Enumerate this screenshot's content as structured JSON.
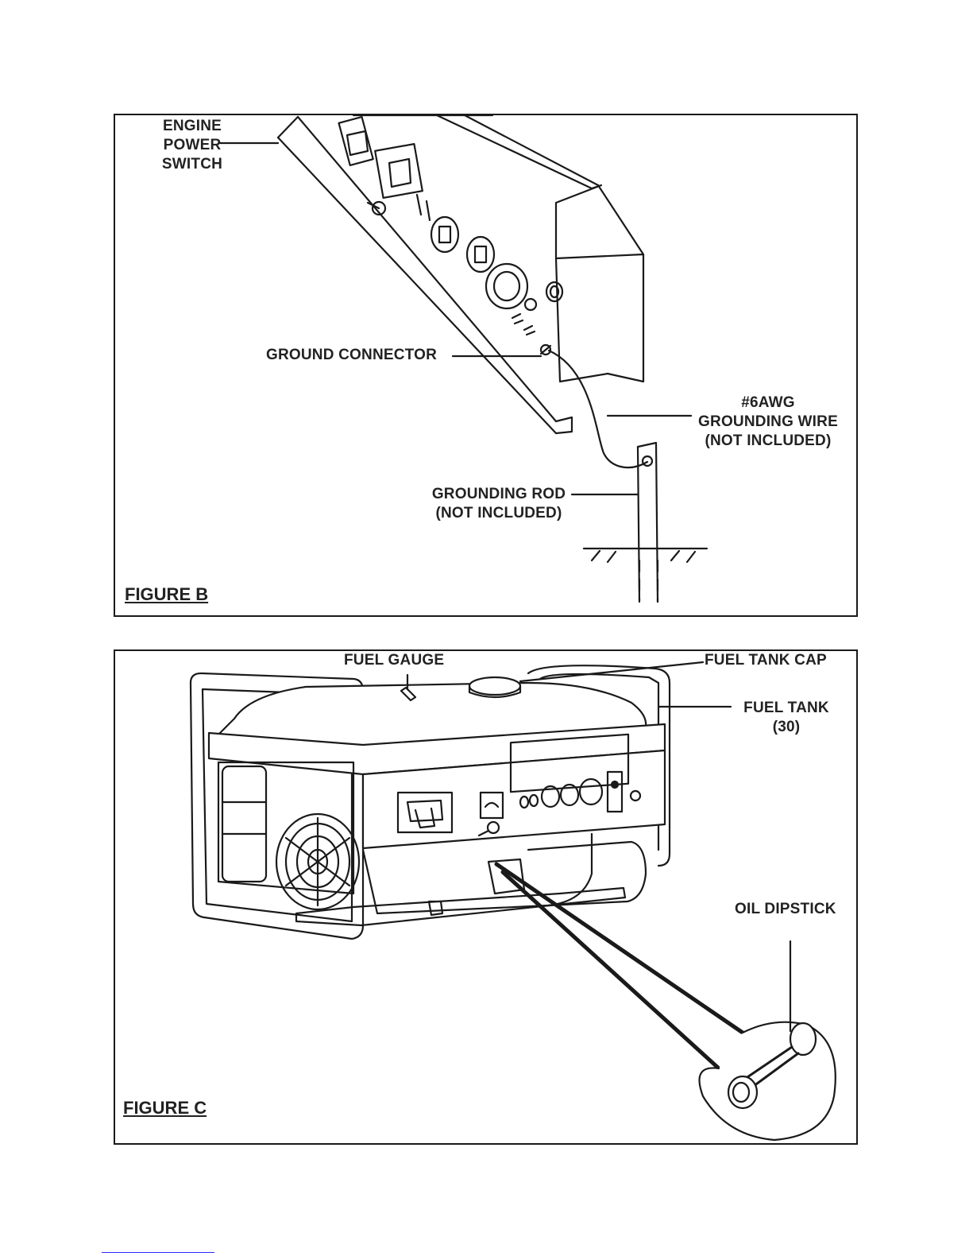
{
  "figure_b": {
    "title": "FIGURE B",
    "labels": {
      "engine_power_switch": [
        "ENGINE",
        "POWER",
        "SWITCH"
      ],
      "ground_connector": "GROUND CONNECTOR",
      "grounding_wire": [
        "#6AWG",
        "GROUNDING WIRE",
        "(NOT INCLUDED)"
      ],
      "grounding_rod": [
        "GROUNDING ROD",
        "(NOT INCLUDED)"
      ]
    }
  },
  "figure_c": {
    "title": "FIGURE C",
    "labels": {
      "fuel_gauge": "FUEL GAUGE",
      "fuel_tank_cap": "FUEL TANK CAP",
      "fuel_tank": [
        "FUEL TANK",
        "(30)"
      ],
      "oil_dipstick": "OIL DIPSTICK"
    }
  }
}
